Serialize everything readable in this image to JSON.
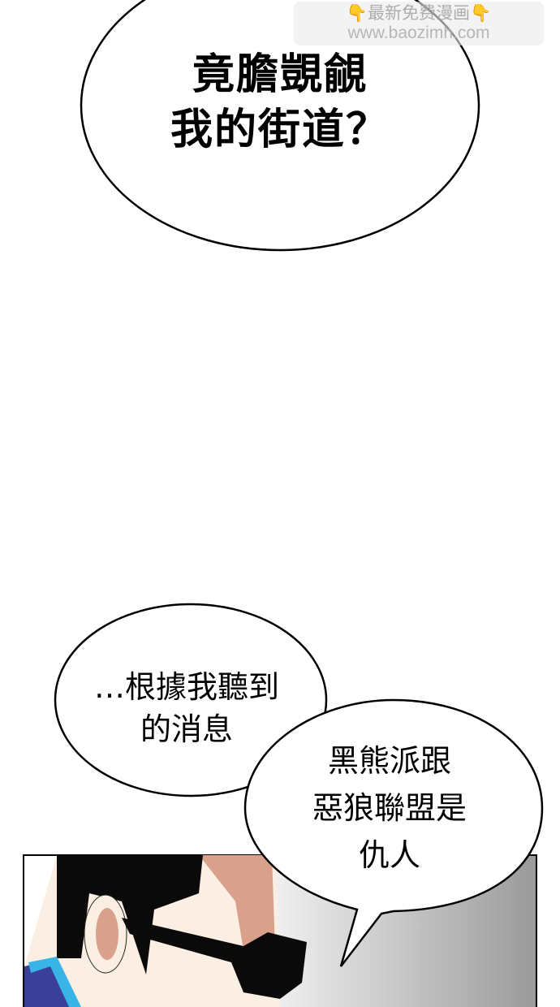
{
  "bubbles": {
    "top": {
      "line1": "竟膽覬覦",
      "line2": "我的街道？"
    },
    "left": {
      "line1": "…根據我聽到",
      "line2": "的消息"
    },
    "right": {
      "line1": "黑熊派跟",
      "line2": "惡狼聯盟是",
      "line3": "仇人"
    }
  },
  "watermark": {
    "line1": "最新免费漫画",
    "line2": "www.baozimh.com",
    "icon": "pointing-down-hand-icon"
  },
  "colors": {
    "skin": "#fbeee2",
    "shadow_skin": "#d9a08c",
    "hair": "#0a0a0a",
    "jacket": "#3a3f9a",
    "collar": "#39b4e6"
  }
}
